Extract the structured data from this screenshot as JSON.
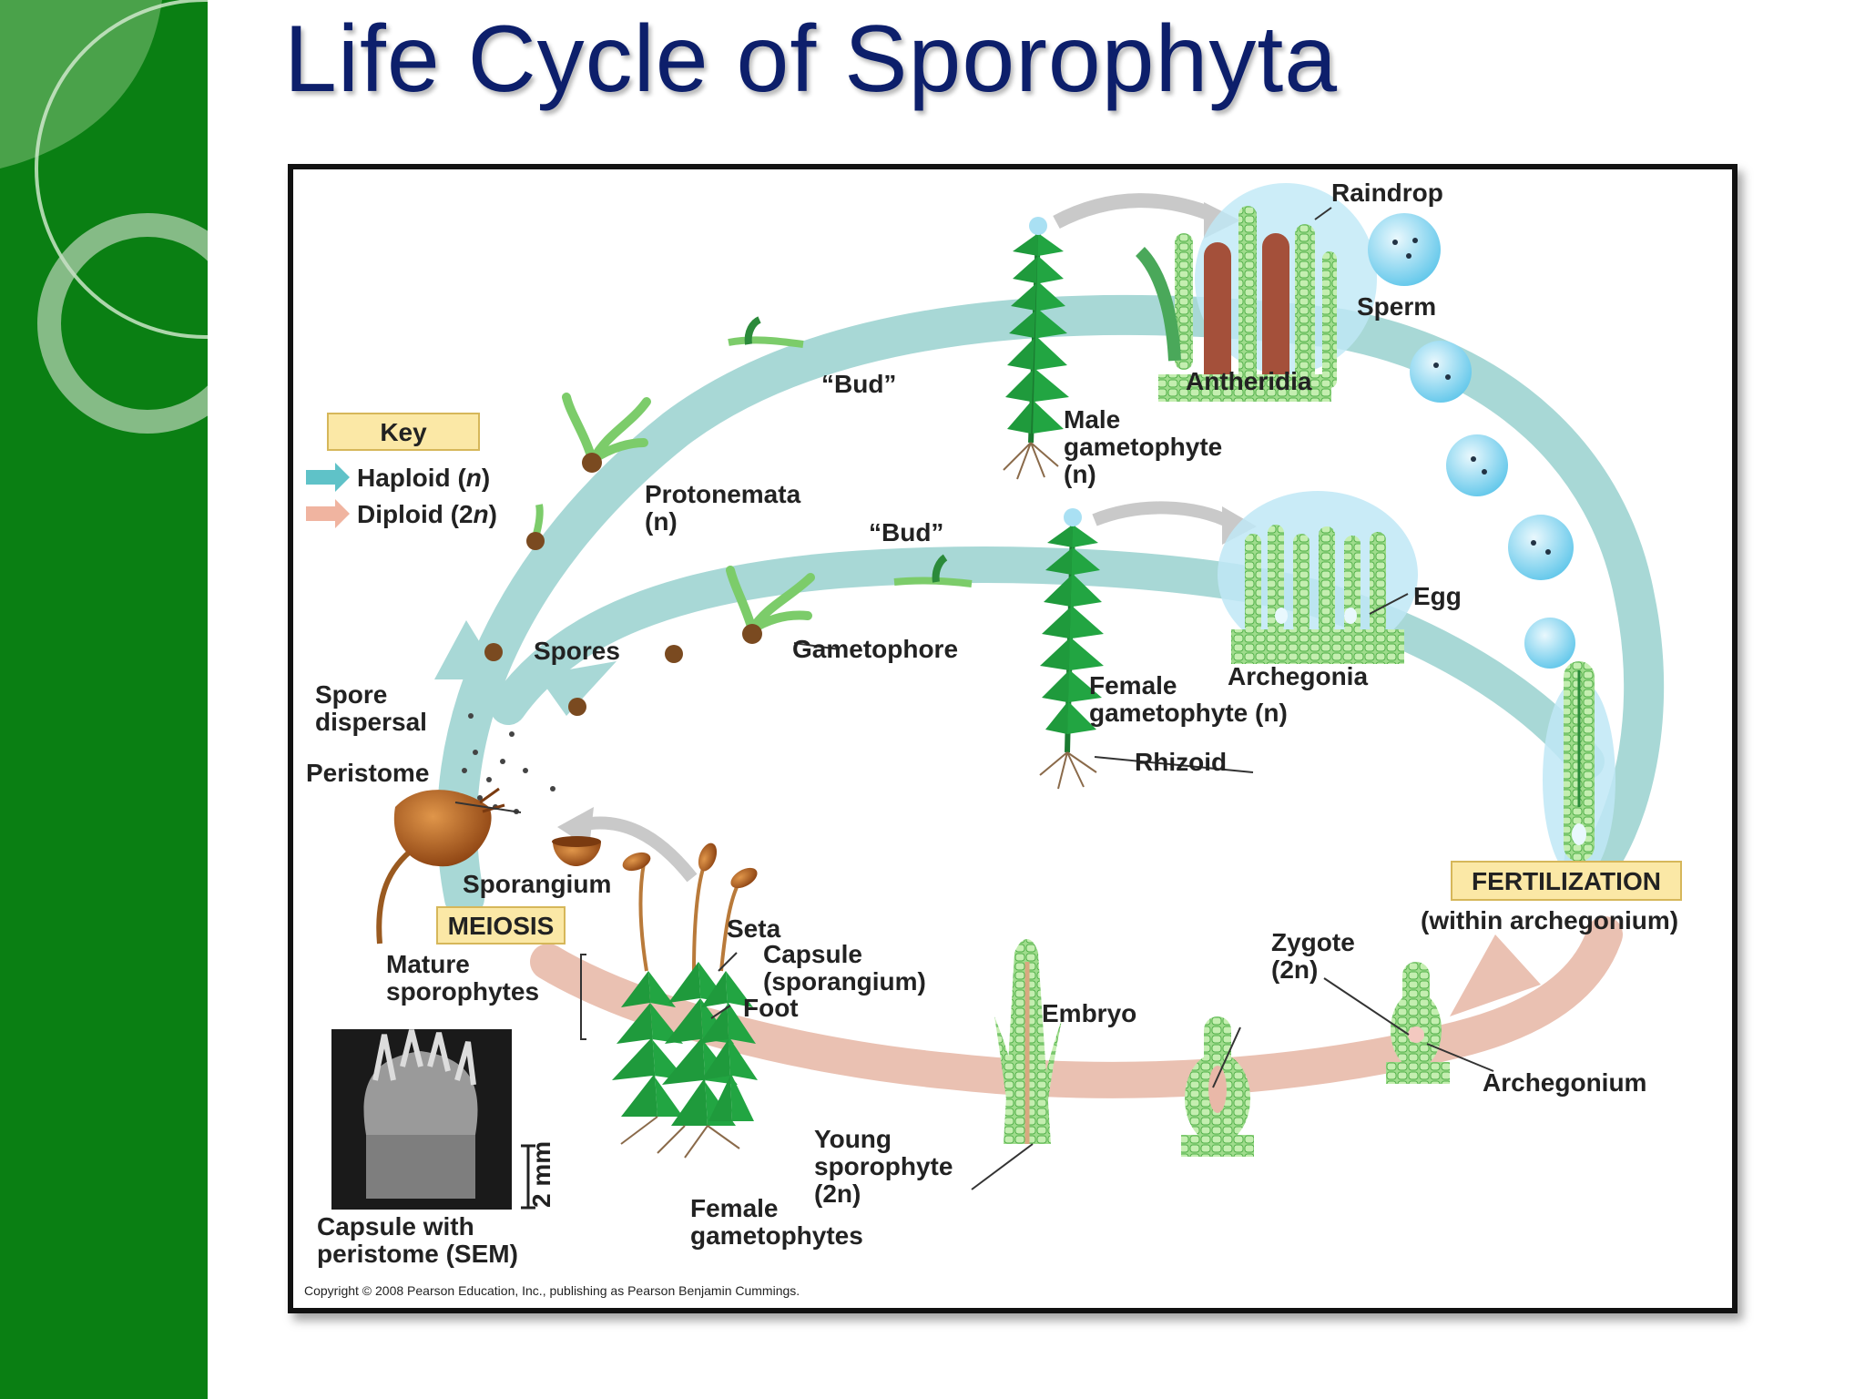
{
  "slide": {
    "title": "Life Cycle of Sporophyta"
  },
  "colors": {
    "sidebar_green": "#0a7f13",
    "title_navy": "#0d1f6b",
    "haploid_arrow": "#a8d8d6",
    "diploid_arrow": "#e8b8a8",
    "key_box": "#fbe8a6",
    "plant_green": "#1f9a3c",
    "water_blue": "#5fc6ea",
    "capsule_brown": "#a8561c"
  },
  "key": {
    "title": "Key",
    "haploid_prefix": "Haploid (",
    "haploid_italic": "n",
    "haploid_suffix": ")",
    "diploid_prefix": "Diploid (2",
    "diploid_italic": "n",
    "diploid_suffix": ")"
  },
  "labels": {
    "raindrop": "Raindrop",
    "sperm": "Sperm",
    "antheridia": "Antheridia",
    "bud_top": "“Bud”",
    "bud_middle": "“Bud”",
    "male_gametophyte_1": "Male",
    "male_gametophyte_2": "gametophyte",
    "male_gametophyte_3": "(n)",
    "protonemata_1": "Protonemata",
    "protonemata_2": "(n)",
    "egg": "Egg",
    "spores": "Spores",
    "gametophore": "Gametophore",
    "archegonia": "Archegonia",
    "female_gametophyte_1": "Female",
    "female_gametophyte_2": "gametophyte (n)",
    "rhizoid": "Rhizoid",
    "spore_dispersal_1": "Spore",
    "spore_dispersal_2": "dispersal",
    "peristome": "Peristome",
    "sporangium": "Sporangium",
    "meiosis": "MEIOSIS",
    "fertilization": "FERTILIZATION",
    "within_archegonium": "(within archegonium)",
    "seta": "Seta",
    "capsule_1": "Capsule",
    "capsule_2": "(sporangium)",
    "foot": "Foot",
    "mature_sporophytes_1": "Mature",
    "mature_sporophytes_2": "sporophytes",
    "zygote_1": "Zygote",
    "zygote_2": "(2n)",
    "embryo": "Embryo",
    "archegonium": "Archegonium",
    "young_sporophyte_1": "Young",
    "young_sporophyte_2": "sporophyte",
    "young_sporophyte_3": "(2n)",
    "female_gametophytes_1": "Female",
    "female_gametophytes_2": "gametophytes",
    "capsule_sem_1": "Capsule with",
    "capsule_sem_2": "peristome (SEM)",
    "scale_bar": "2 mm",
    "copyright": "Copyright © 2008 Pearson Education, Inc., publishing as Pearson Benjamin Cummings."
  }
}
